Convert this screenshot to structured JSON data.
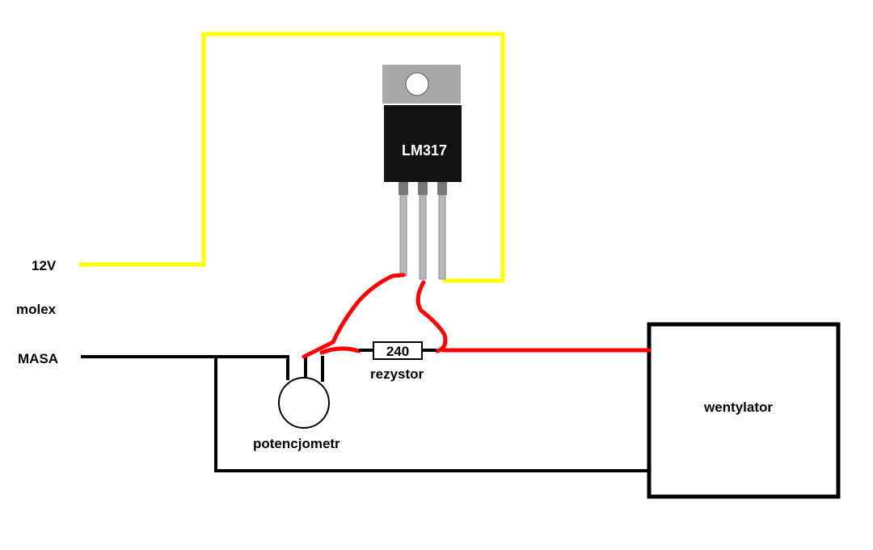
{
  "labels": {
    "v12": "12V",
    "molex": "molex",
    "masa": "MASA",
    "chip": "LM317",
    "resistor_value": "240",
    "resistor_name": "rezystor",
    "potentiometer": "potencjometr",
    "fan": "wentylator"
  },
  "colors": {
    "positive_wire": "#ffff00",
    "regulated_wire": "#ff0000",
    "ground_wire": "#000000",
    "chip_body": "#111111",
    "chip_tab": "#a8a8a8",
    "chip_leads": "#b8b8b8"
  }
}
